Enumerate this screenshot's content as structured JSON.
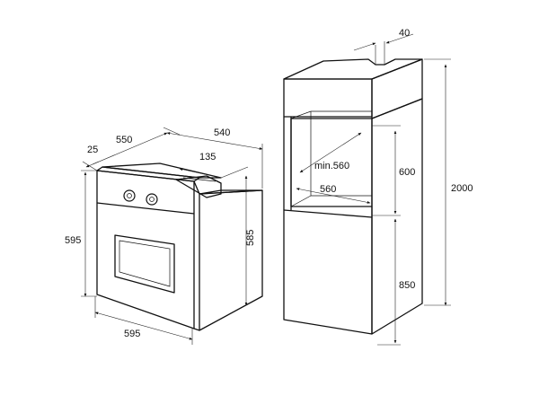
{
  "diagram": {
    "oven_labels": {
      "depth_total": "550",
      "front_thickness": "25",
      "cutout_depth": "540",
      "vent_depth": "135",
      "height": "595",
      "body_height": "585",
      "width": "595"
    },
    "cabinet_labels": {
      "top_gap": "40",
      "niche_height": "600",
      "min_depth": "min.560",
      "niche_width": "560",
      "base_height": "850",
      "total_height": "2000"
    }
  }
}
